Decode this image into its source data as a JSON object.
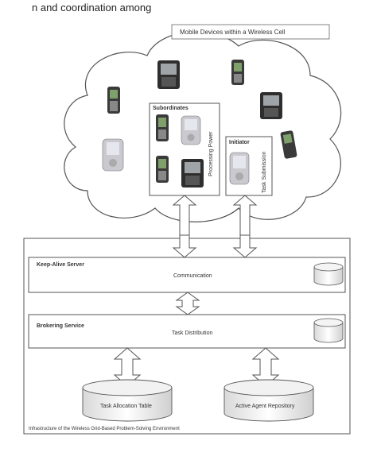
{
  "caption_text": "n and coordination among",
  "cloud": {
    "label": "Mobile Devices within a Wireless Cell",
    "subordinates_title": "Subordinates",
    "subordinates_vertical": "Processing Power",
    "initiator_title": "Initiator",
    "initiator_vertical": "Task Submission"
  },
  "infrastructure": {
    "keep_alive_title": "Keep-Alive Server",
    "keep_alive_body": "Communication",
    "brokering_title": "Brokering Service",
    "brokering_body": "Task Distribution",
    "task_table": "Task Allocation Table",
    "agent_repo": "Active Agent Repository",
    "footer": "Infrastructure of the Wireless Grid-Based Problem-Solving Environment"
  },
  "colors": {
    "line": "#555555",
    "phone_dark": "#333333",
    "phone_screen_green": "#7fa06a",
    "pda_silver": "#c9c9cf",
    "panel_fill": "#ffffff"
  }
}
